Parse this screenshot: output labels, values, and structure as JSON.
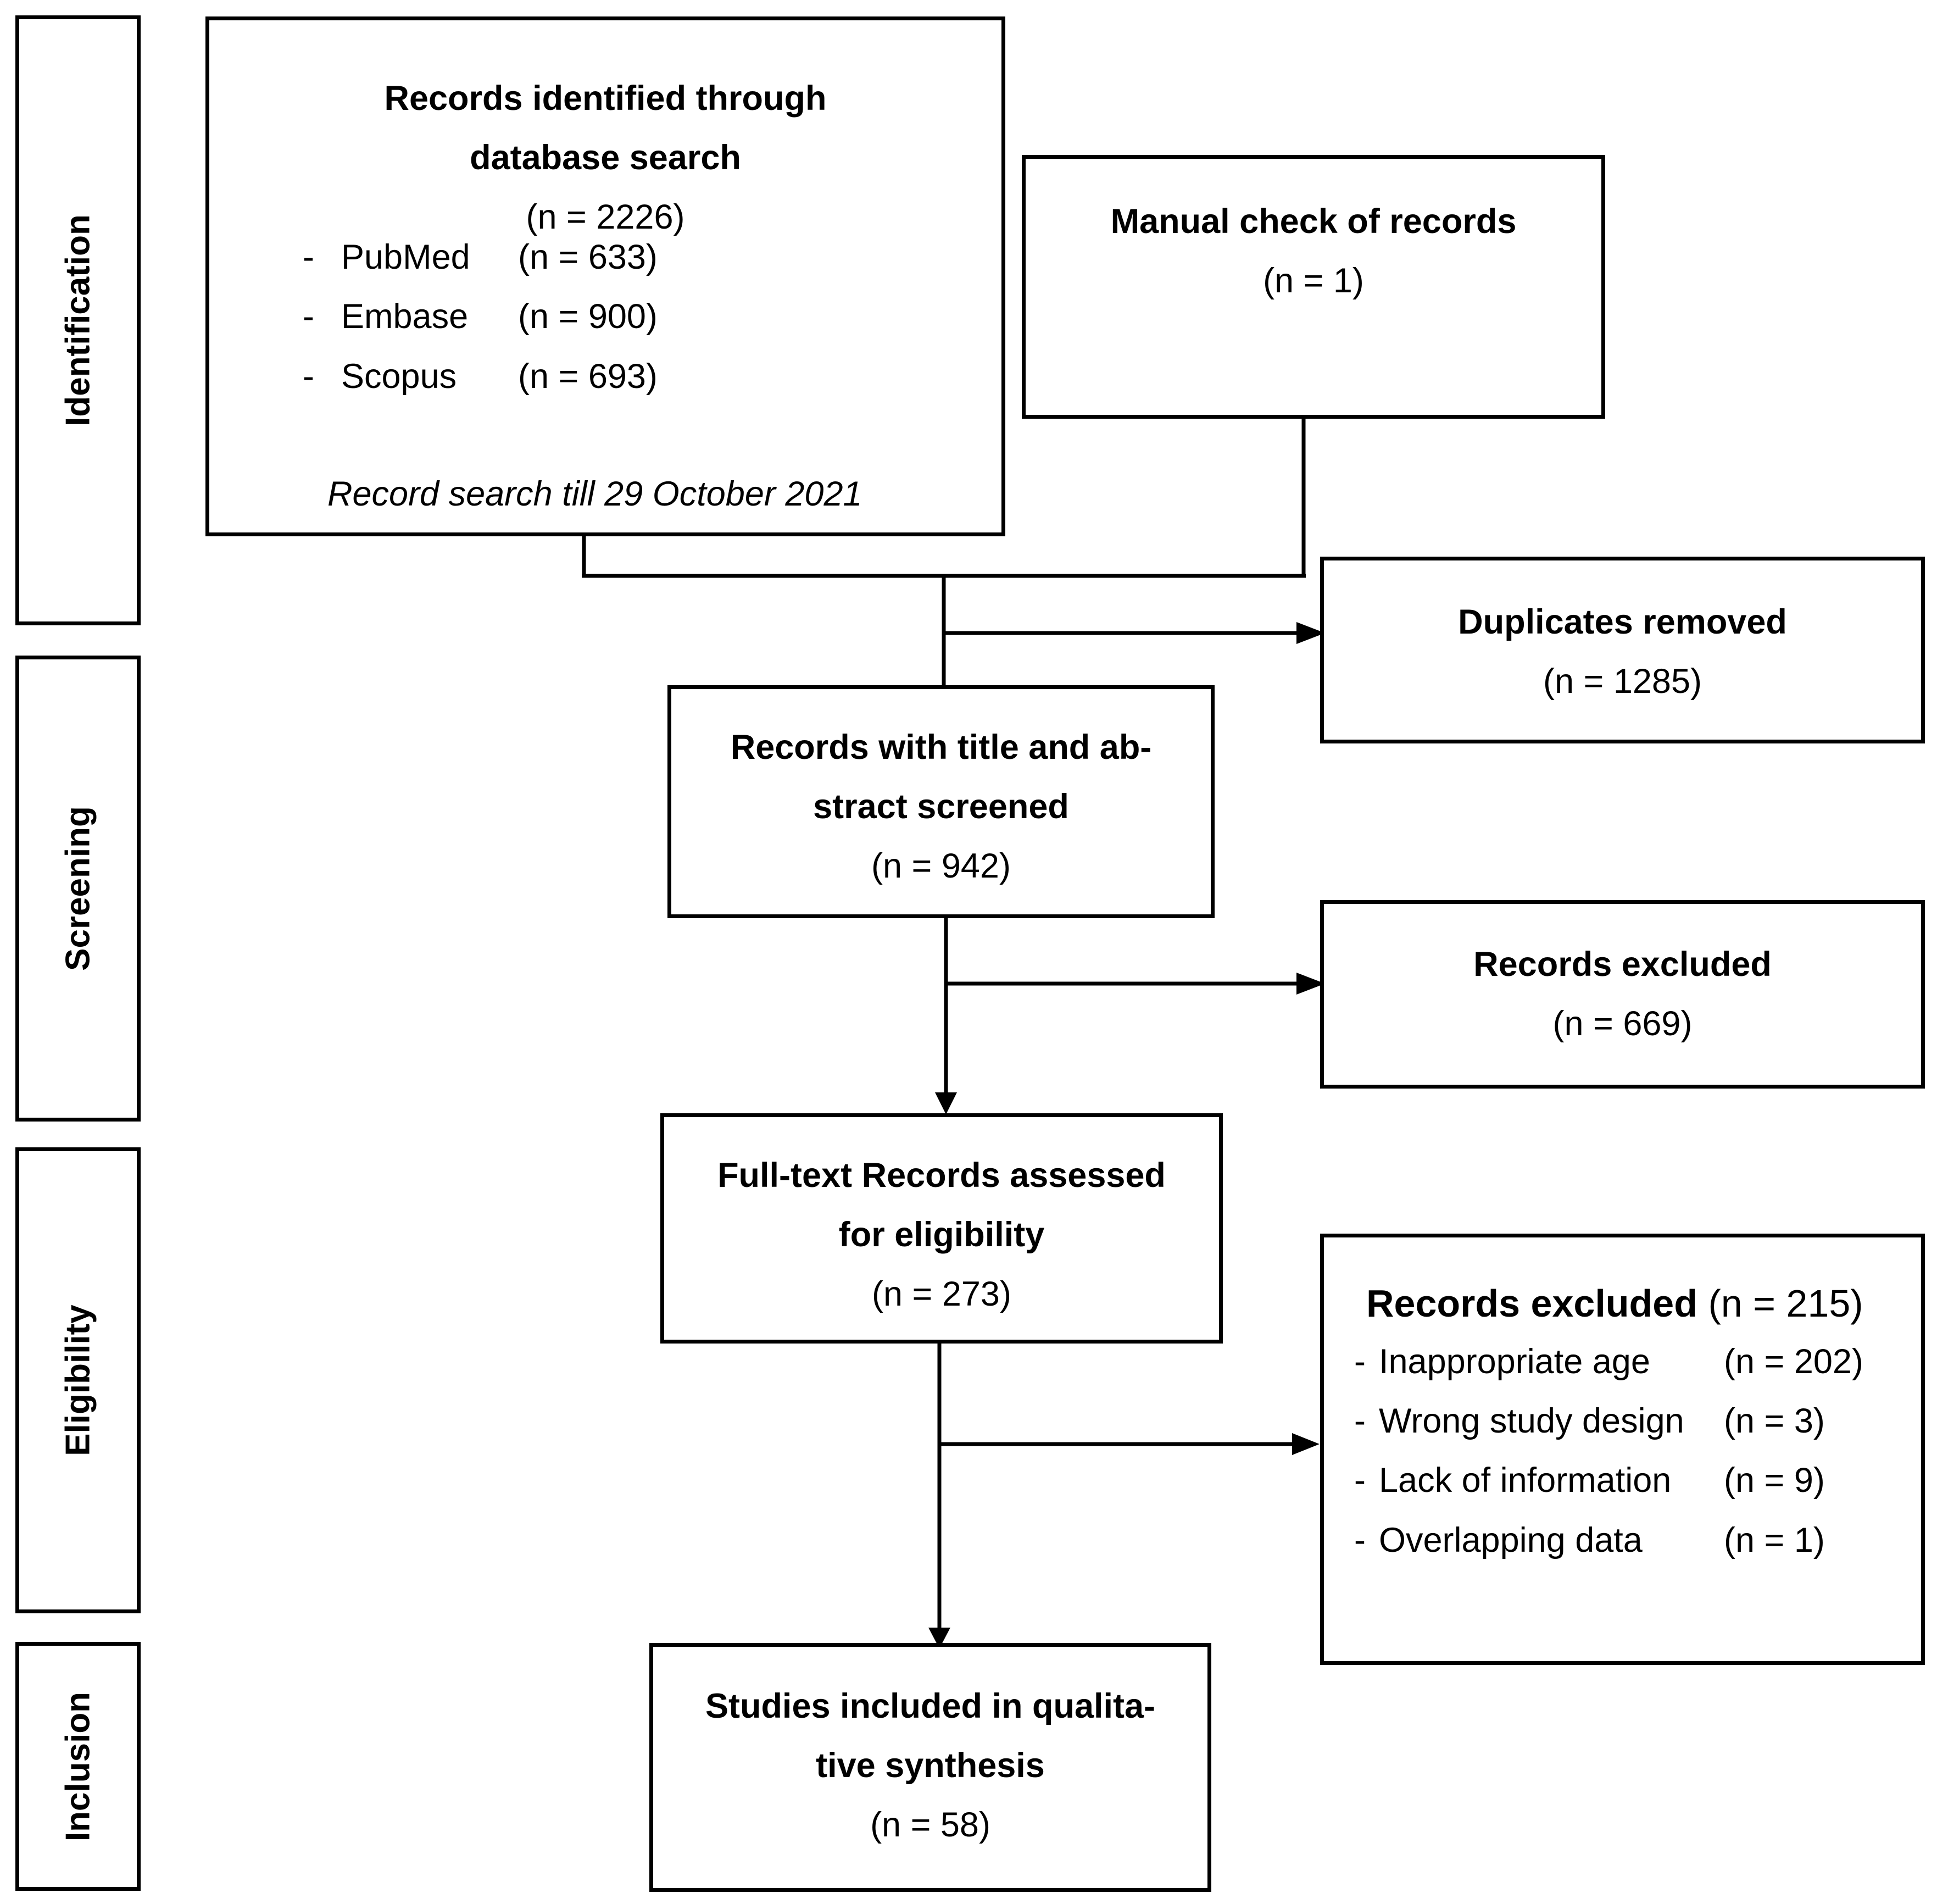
{
  "stages": {
    "identification": "Identification",
    "screening": "Screening",
    "eligibility": "Eligibility",
    "inclusion": "Inclusion"
  },
  "identified": {
    "title_line1": "Records identified through",
    "title_line2": "database search",
    "count": "(n = 2226)",
    "sources": [
      {
        "dash": "-",
        "name": "PubMed",
        "count": "(n = 633)"
      },
      {
        "dash": "-",
        "name": "Embase",
        "count": "(n = 900)"
      },
      {
        "dash": "-",
        "name": "Scopus",
        "count": "(n = 693)"
      }
    ],
    "note": "Record search till 29 October 2021"
  },
  "manual": {
    "title": "Manual check of records",
    "count": "(n = 1)"
  },
  "duplicates": {
    "title": "Duplicates removed",
    "count": "(n = 1285)"
  },
  "screened": {
    "title_line1": "Records with title and ab-",
    "title_line2": "stract screened",
    "count": "(n = 942)"
  },
  "excluded_screening": {
    "title": "Records excluded",
    "count": "(n = 669)"
  },
  "fulltext": {
    "title_line1": "Full-text Records assessed",
    "title_line2": "for eligibility",
    "count": "(n = 273)"
  },
  "excluded_eligibility": {
    "title": "Records excluded",
    "count": "(n = 215)",
    "reasons": [
      {
        "dash": "-",
        "label": "Inappropriate age",
        "count": "(n = 202)"
      },
      {
        "dash": "-",
        "label": "Wrong study design",
        "count": "(n = 3)"
      },
      {
        "dash": "-",
        "label": "Lack of information",
        "count": "(n = 9)"
      },
      {
        "dash": "-",
        "label": "Overlapping data",
        "count": "(n = 1)"
      }
    ]
  },
  "included": {
    "title_line1": "Studies included in qualita-",
    "title_line2": "tive synthesis",
    "count": "(n = 58)"
  }
}
